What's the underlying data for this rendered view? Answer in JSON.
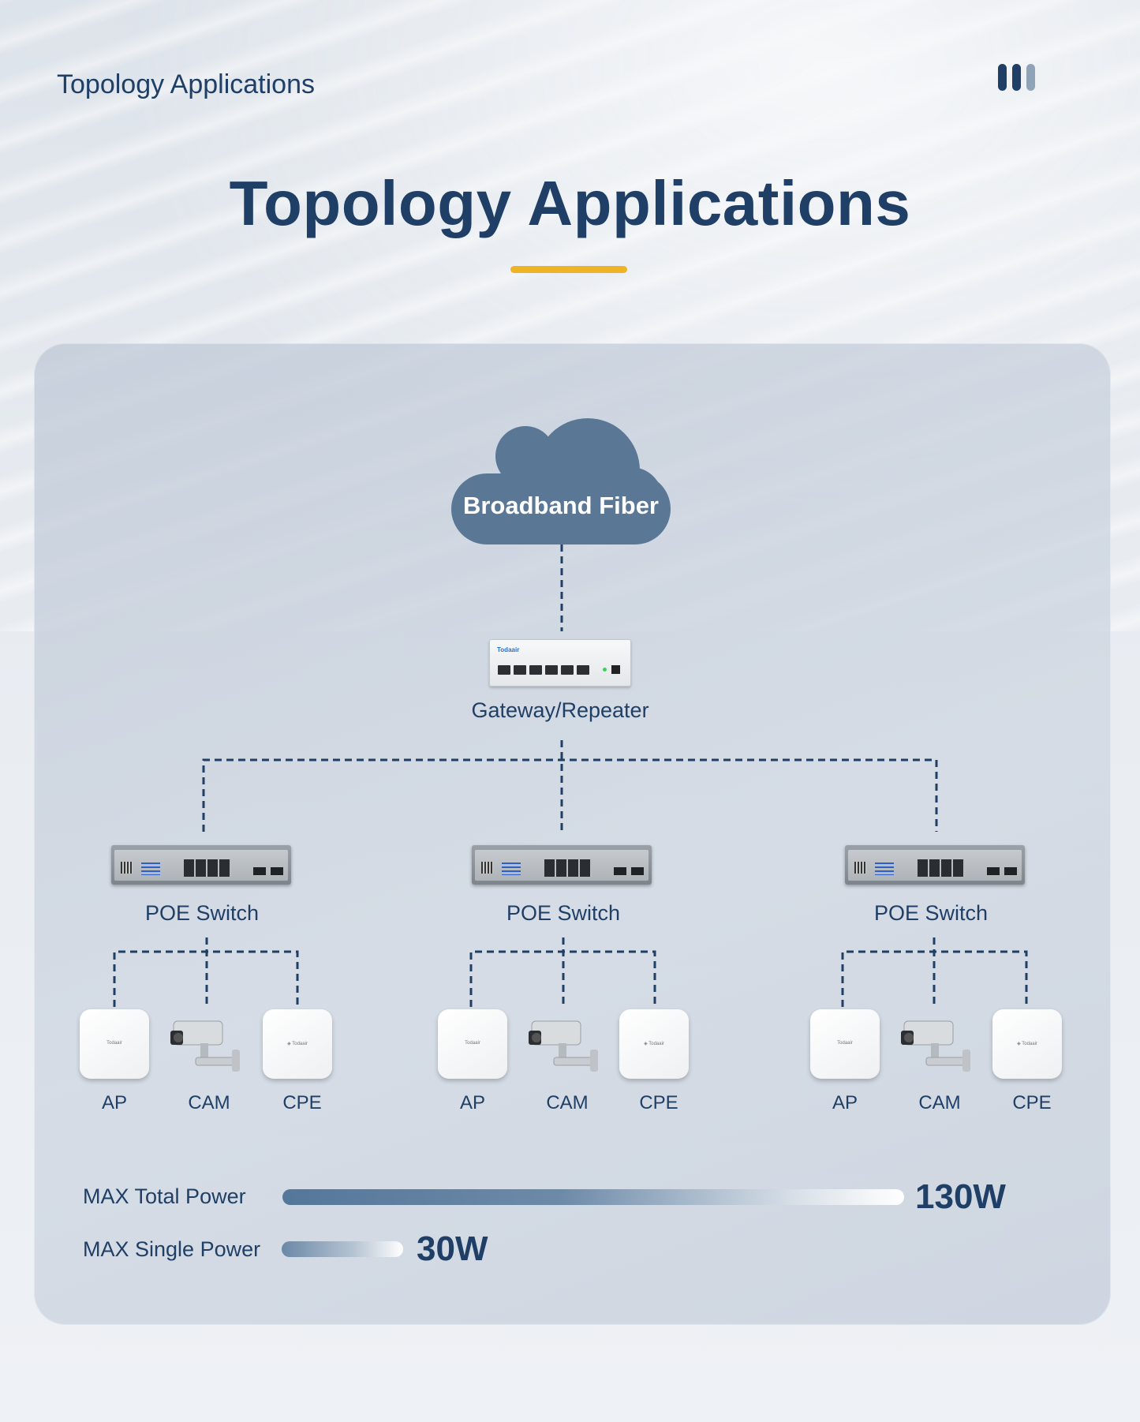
{
  "header": {
    "title": "Topology Applications"
  },
  "main_title": "Topology Applications",
  "colors": {
    "accent": "#efb425",
    "navy": "#1f3f66",
    "cloud": "#5a7896",
    "panel": "#c5ceda"
  },
  "diagram": {
    "root": {
      "label": "Broadband Fiber"
    },
    "gateway": {
      "label": "Gateway/Repeater",
      "brand": "Todaair"
    },
    "switches": [
      {
        "label": "POE Switch",
        "devices": [
          {
            "label": "AP"
          },
          {
            "label": "CAM"
          },
          {
            "label": "CPE"
          }
        ]
      },
      {
        "label": "POE Switch",
        "devices": [
          {
            "label": "AP"
          },
          {
            "label": "CAM"
          },
          {
            "label": "CPE"
          }
        ]
      },
      {
        "label": "POE Switch",
        "devices": [
          {
            "label": "AP"
          },
          {
            "label": "CAM"
          },
          {
            "label": "CPE"
          }
        ]
      }
    ]
  },
  "power": {
    "total": {
      "label": "MAX Total Power",
      "value": "130W"
    },
    "single": {
      "label": "MAX Single Power",
      "value": "30W"
    }
  }
}
